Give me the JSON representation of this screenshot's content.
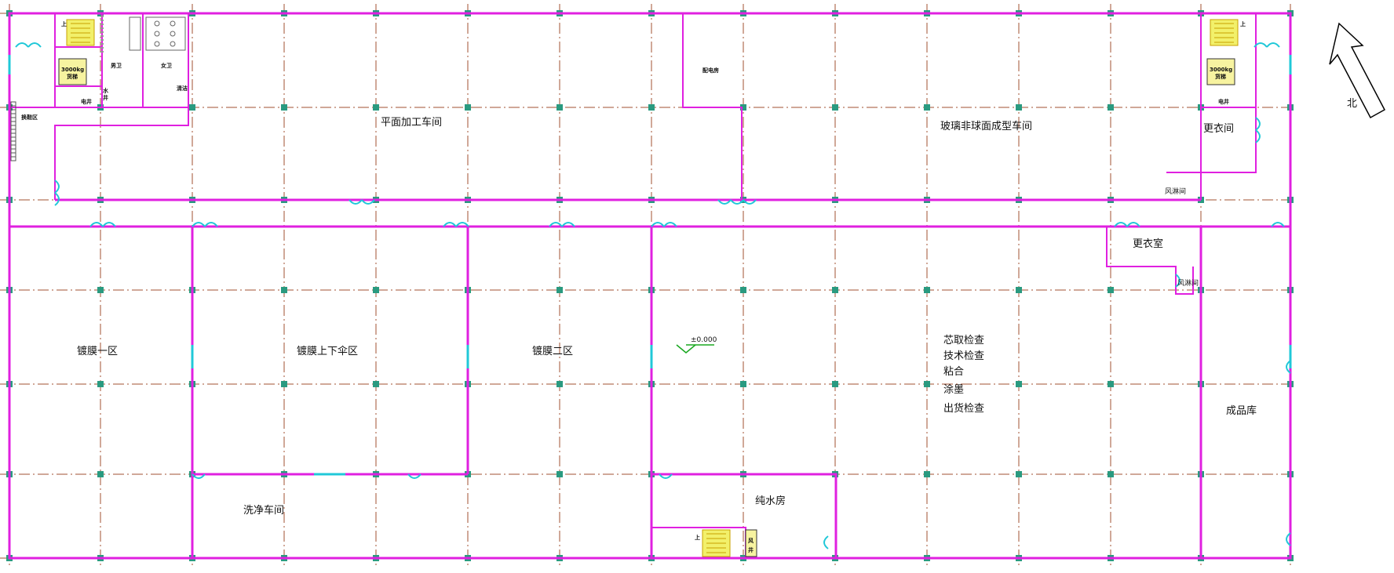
{
  "rooms": {
    "plane_workshop": "平面加工车间",
    "glass_workshop": "玻璃非球面成型车间",
    "coating_1": "镀膜一区",
    "coating_updown": "镀膜上下伞区",
    "coating_2": "镀膜二区",
    "inspection_lines": [
      "芯取检查",
      "技术检查",
      "粘合",
      "涂墨",
      "出货检查"
    ],
    "finished_store": "成品库",
    "cleaning_workshop": "洗净车间",
    "pure_water": "纯水房",
    "changing_room_1": "更衣间",
    "changing_room_2": "更衣室",
    "air_shower_1": "风淋间",
    "air_shower_2": "风淋间",
    "power_room": "配电房",
    "mens_toilet": "男卫",
    "womens_toilet": "女卫",
    "shoe_change": "换鞋区",
    "cleaning_closet": "清洁",
    "electric_shaft_left": "电井",
    "electric_shaft_right": "电井",
    "elevator_left": [
      "3000kg",
      "货梯"
    ],
    "elevator_right": [
      "3000kg",
      "货梯"
    ],
    "wind_shaft": [
      "风",
      "井"
    ],
    "water_closet": [
      "水",
      "井"
    ],
    "stair_up_mark": "上"
  },
  "level_mark": "±0.000",
  "north_label": "北",
  "colors": {
    "wall": "#e020e0",
    "grid": "#a05030",
    "column": "#2a9a80",
    "door": "#20c8d8",
    "stair": "#f2f06a"
  }
}
